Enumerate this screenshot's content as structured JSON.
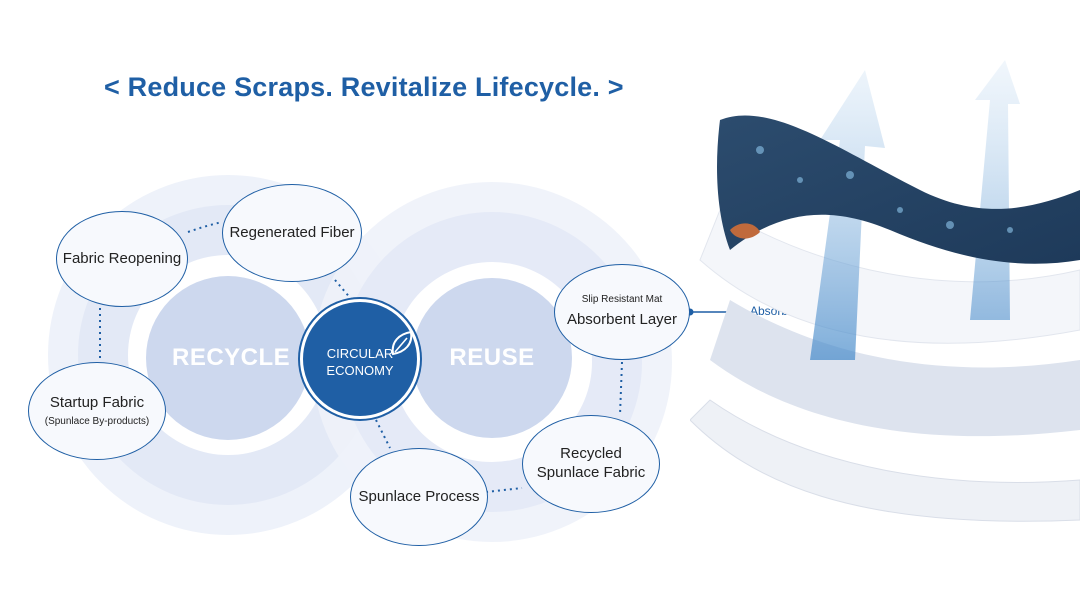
{
  "title": "< Reduce Scraps. Revitalize Lifecycle. >",
  "recycle_label": "RECYCLE",
  "reuse_label": "REUSE",
  "hub": {
    "line1": "CIRCULAR",
    "line2": "ECONOMY",
    "icon": "leaf-icon"
  },
  "nodes": {
    "fabric_reopening": "Fabric Reopening",
    "regenerated_fiber": "Regenerated Fiber",
    "startup_fabric": "Startup Fabric",
    "startup_fabric_sub": "(Spunlace By-products)",
    "spunlace_process": "Spunlace Process",
    "recycled_fabric_1": "Recycled",
    "recycled_fabric_2": "Spunlace Fabric",
    "slip_mat_pre": "Slip Resistant Mat",
    "absorbent_layer": "Absorbent Layer"
  },
  "callout": "Absorbent Layer",
  "colors": {
    "brand": "#1f5fa5",
    "ring": "#e3e9f6",
    "disc": "#cdd8ee",
    "node_bg": "#f7f9fd"
  }
}
